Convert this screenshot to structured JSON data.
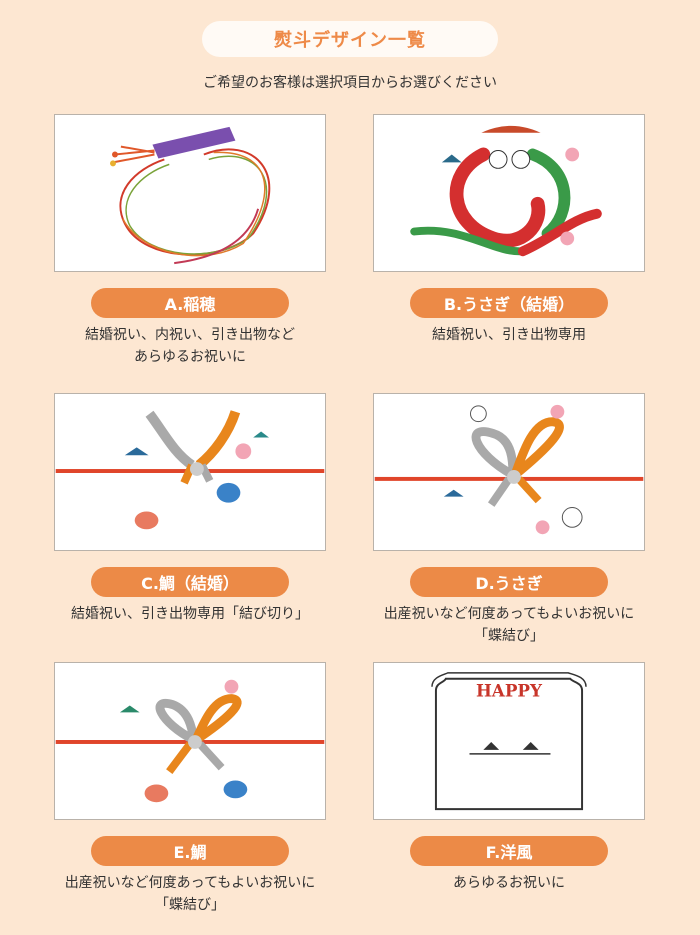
{
  "header": {
    "title": "熨斗デザイン一覧",
    "subtitle": "ご希望のお客様は選択項目からお選びください"
  },
  "colors": {
    "background": "#fde7d2",
    "accent": "#ec8a47",
    "title_text": "#ee8a48",
    "mizuhiki_red": "#e0452a",
    "mizuhiki_gold": "#e8861c",
    "mizuhiki_silver": "#a9a9a9"
  },
  "designs": [
    {
      "label": "A.稲穂",
      "desc_lines": [
        "結婚祝い、内祝い、引き出物など",
        "あらゆるお祝いに"
      ],
      "icon": "rice-ear-wreath-icon"
    },
    {
      "label": "B.うさぎ（結婚）",
      "desc_lines": [
        "結婚祝い、引き出物専用"
      ],
      "icon": "rabbit-couple-wreath-icon"
    },
    {
      "label": "C.鯛（結婚）",
      "desc_lines": [
        "結婚祝い、引き出物専用「結び切り」"
      ],
      "icon": "sea-bream-knot-icon"
    },
    {
      "label": "D.うさぎ",
      "desc_lines": [
        "出産祝いなど何度あってもよいお祝いに",
        "「蝶結び」"
      ],
      "icon": "rabbit-bow-icon"
    },
    {
      "label": "E.鯛",
      "desc_lines": [
        "出産祝いなど何度あってもよいお祝いに",
        "「蝶結び」"
      ],
      "icon": "sea-bream-bow-icon"
    },
    {
      "label": "F.洋風",
      "desc_lines": [
        "あらゆるお祝いに"
      ],
      "icon": "western-happy-frame-icon",
      "image_text": "HAPPY"
    }
  ]
}
